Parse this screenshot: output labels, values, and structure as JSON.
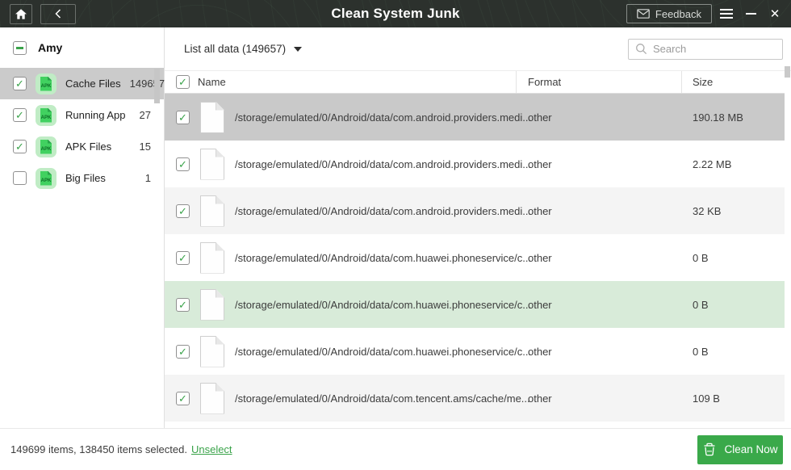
{
  "titlebar": {
    "title": "Clean System Junk",
    "feedback_label": "Feedback",
    "close_glyph": "✕"
  },
  "sidebar": {
    "device_name": "Amy",
    "items": [
      {
        "label": "Cache Files",
        "count": "149657",
        "checked": true,
        "selected": true
      },
      {
        "label": "Running App",
        "count": "27",
        "checked": true,
        "selected": false
      },
      {
        "label": "APK Files",
        "count": "15",
        "checked": true,
        "selected": false
      },
      {
        "label": "Big Files",
        "count": "1",
        "checked": false,
        "selected": false
      }
    ],
    "item_icon": "apk-document"
  },
  "toolbar": {
    "filter_label": "List all data (149657)",
    "search_placeholder": "Search"
  },
  "table": {
    "columns": [
      "Name",
      "Format",
      "Size"
    ],
    "rows": [
      {
        "name": "/storage/emulated/0/Android/data/com.android.providers.medi...",
        "format": "other",
        "size": "190.18 MB",
        "state": "selected"
      },
      {
        "name": "/storage/emulated/0/Android/data/com.android.providers.medi...",
        "format": "other",
        "size": "2.22 MB",
        "state": "plain"
      },
      {
        "name": "/storage/emulated/0/Android/data/com.android.providers.medi...",
        "format": "other",
        "size": "32 KB",
        "state": "alt"
      },
      {
        "name": "/storage/emulated/0/Android/data/com.huawei.phoneservice/c...",
        "format": "other",
        "size": "0 B",
        "state": "plain"
      },
      {
        "name": "/storage/emulated/0/Android/data/com.huawei.phoneservice/c...",
        "format": "other",
        "size": "0 B",
        "state": "green"
      },
      {
        "name": "/storage/emulated/0/Android/data/com.huawei.phoneservice/c...",
        "format": "other",
        "size": "0 B",
        "state": "plain"
      },
      {
        "name": "/storage/emulated/0/Android/data/com.tencent.ams/cache/me...",
        "format": "other",
        "size": "109 B",
        "state": "alt"
      }
    ]
  },
  "footer": {
    "summary": "149699 items, 138450 items selected.",
    "unselect_label": "Unselect",
    "clean_button_label": "Clean Now"
  },
  "icons": {
    "home": "house-glyph",
    "back": "left-chevron",
    "feedback": "envelope",
    "menu": "hamburger",
    "minimize": "dash",
    "close": "x",
    "search": "magnifier",
    "clean": "trash-bin",
    "row_file": "blank-page",
    "category": "green-apk-document"
  },
  "colors": {
    "titlebar_bg": "#2c312d",
    "accent_green": "#3aa94a",
    "selected_row": "#c9c9c9",
    "hover_green_row": "#d8ebd9",
    "alt_row": "#f4f4f4"
  }
}
